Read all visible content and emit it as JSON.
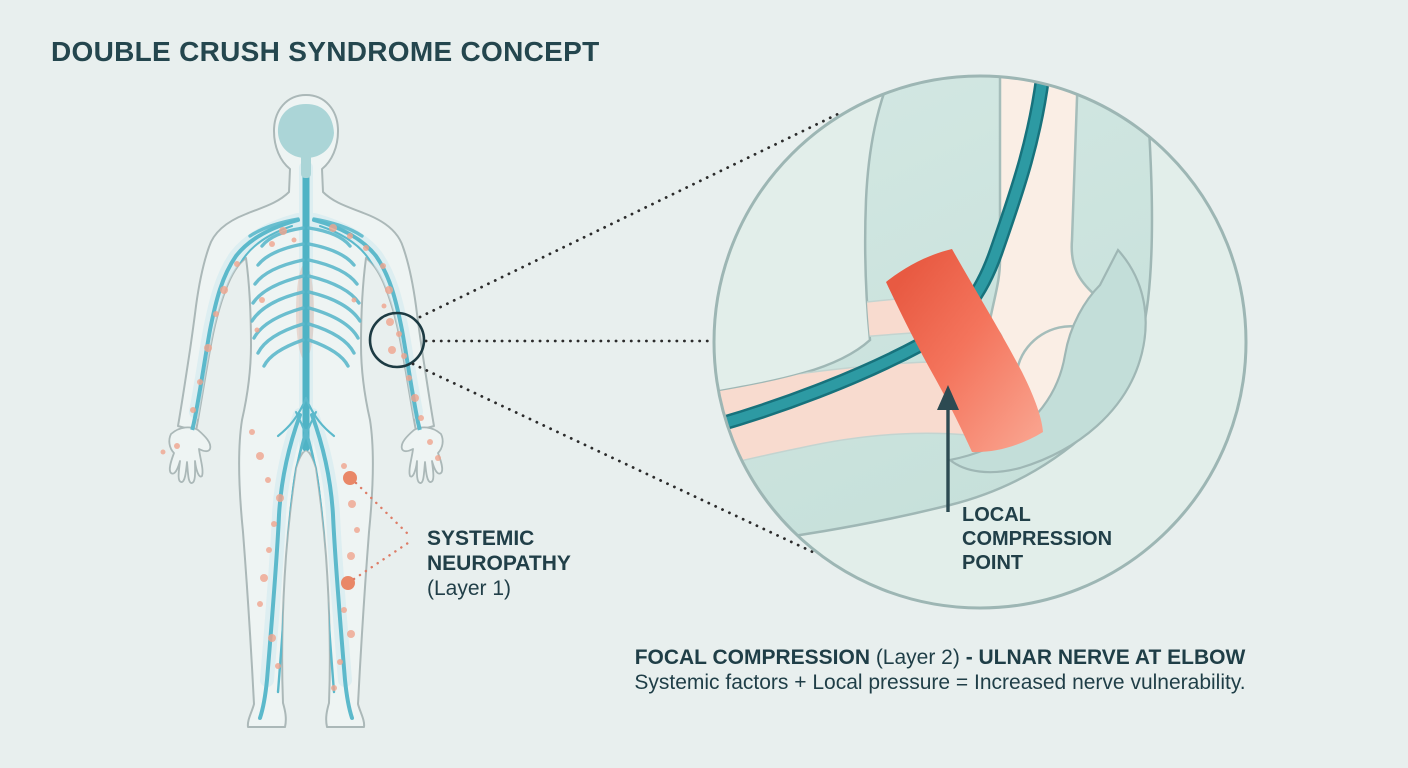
{
  "title": "DOUBLE CRUSH SYNDROME CONCEPT",
  "body_figure": {
    "description_labels": {
      "systemic_line1": "SYSTEMIC",
      "systemic_line2": "NEUROPATHY",
      "systemic_line3": "(Layer 1)"
    }
  },
  "inset": {
    "local_line1": "LOCAL",
    "local_line2": "COMPRESSION",
    "local_line3": "POINT"
  },
  "caption": {
    "bold1": "FOCAL COMPRESSION",
    "normal1": " (Layer 2) ",
    "bold2": "- ULNAR NERVE AT ELBOW",
    "line2": "Systemic factors + Local pressure = Increased nerve vulnerability."
  },
  "colors": {
    "background": "#e8efee",
    "body_fill": "#eef4f3",
    "body_outline": "#abb8b8",
    "nerve_light_blue": "#5cb9cb",
    "nerve_glow": "#cfe9ef",
    "brain": "#abd5d7",
    "spine": "#4fb3c5",
    "neuropathy_dot": "#f0a58e",
    "neuropathy_dot_strong": "#e98767",
    "focus_ring": "#1d3b43",
    "connector_black": "#2b2b2b",
    "connector_red": "#dd7c66",
    "inset_background": "#e2eeea",
    "inset_border": "#9db6b4",
    "arm_mint": "#cde4df",
    "arm_stroke": "#9fb7b5",
    "hook_mint": "#c3ded9",
    "bone_cream": "#faeee5",
    "bone_pink": "#f8dbcf",
    "ulnar_nerve_teal": "#2d9aa3",
    "ulnar_nerve_dark": "#17727c",
    "band_dark": "#e85a42",
    "band_main": "#f4745c",
    "band_light": "#f9a18c",
    "text_dark": "#213f48"
  }
}
